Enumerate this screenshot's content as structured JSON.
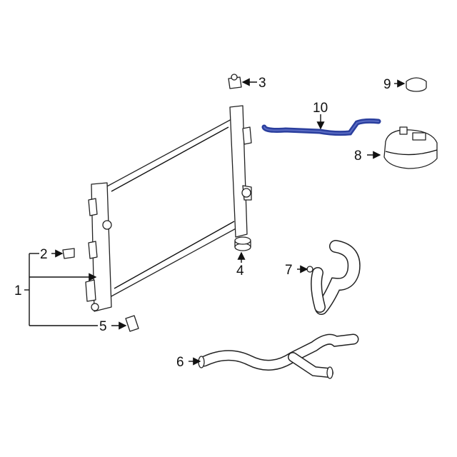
{
  "callouts": {
    "c1": "1",
    "c2": "2",
    "c3": "3",
    "c4": "4",
    "c5": "5",
    "c6": "6",
    "c7": "7",
    "c8": "8",
    "c9": "9",
    "c10": "10"
  },
  "colors": {
    "highlight": "#2b3f9e",
    "line": "#111111"
  }
}
